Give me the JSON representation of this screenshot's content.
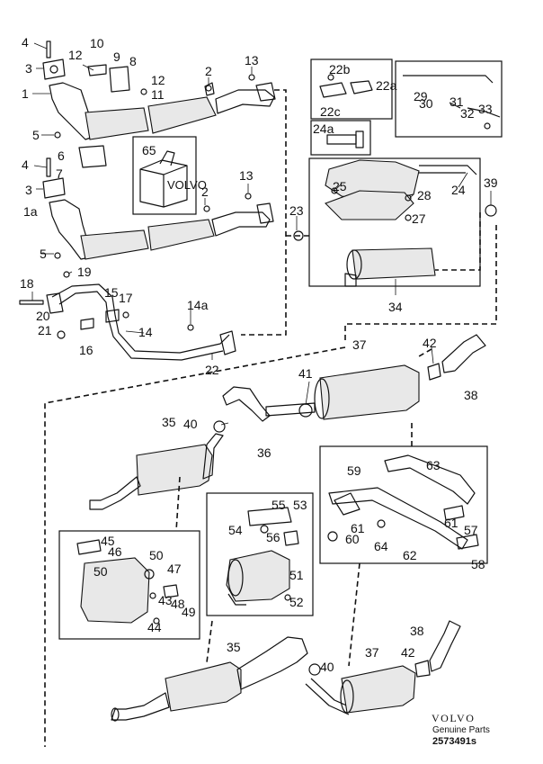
{
  "callouts": {
    "c1": "1",
    "c1a": "1a",
    "c2": "2",
    "c3": "3",
    "c3b": "3",
    "c4": "4",
    "c4b": "4",
    "c5": "5",
    "c5b": "5",
    "c6": "6",
    "c7": "7",
    "c8": "8",
    "c9": "9",
    "c10": "10",
    "c11": "11",
    "c12": "12",
    "c12b": "12",
    "c13": "13",
    "c13b": "13",
    "c14": "14",
    "c14a": "14a",
    "c15": "15",
    "c16": "16",
    "c17": "17",
    "c18": "18",
    "c19": "19",
    "c20": "20",
    "c21": "21",
    "c22": "22",
    "c22a": "22a",
    "c22b": "22b",
    "c22c": "22c",
    "c23": "23",
    "c24": "24",
    "c24a": "24a",
    "c25": "25",
    "c27": "27",
    "c28": "28",
    "c29": "29",
    "c30": "30",
    "c31": "31",
    "c32": "32",
    "c33": "33",
    "c34": "34",
    "c35": "35",
    "c35b": "35",
    "c36": "36",
    "c37": "37",
    "c37b": "37",
    "c38": "38",
    "c38b": "38",
    "c39": "39",
    "c40": "40",
    "c40b": "40",
    "c41": "41",
    "c42": "42",
    "c42b": "42",
    "c43": "43",
    "c44": "44",
    "c45": "45",
    "c46": "46",
    "c47": "47",
    "c48": "48",
    "c49": "49",
    "c50": "50",
    "c50b": "50",
    "c51": "51",
    "c52": "52",
    "c53": "53",
    "c54": "54",
    "c55": "55",
    "c56": "56",
    "c57": "57",
    "c58": "58",
    "c59": "59",
    "c60": "60",
    "c61": "61",
    "c61b": "61",
    "c62": "62",
    "c63": "63",
    "c64": "64",
    "c65": "65",
    "c2b": "2"
  },
  "kit_box_text": "VOLVO",
  "branding": {
    "logo": "VOLVO",
    "subtitle": "Genuine Parts",
    "code": "2573491s"
  }
}
